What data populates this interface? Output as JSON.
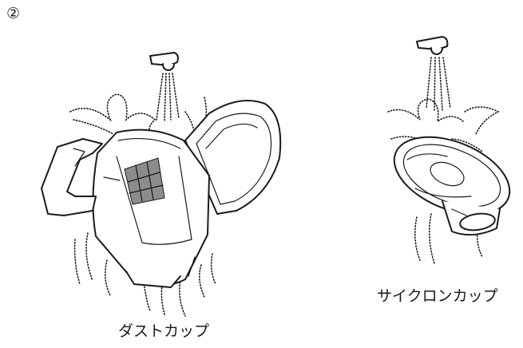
{
  "step_marker": "②",
  "captions": {
    "dust_cup": "ダストカップ",
    "cyclone_cup": "サイクロンカップ"
  },
  "icons": {
    "faucet": "water-tap-icon",
    "water": "water-spray-icon"
  }
}
